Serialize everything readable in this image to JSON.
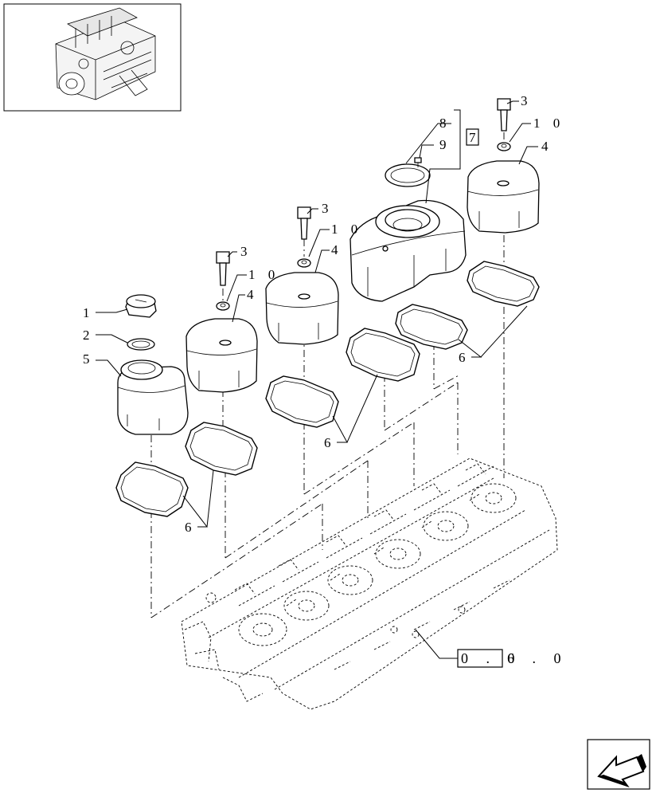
{
  "callouts": [
    {
      "id": "c1",
      "text": "1"
    },
    {
      "id": "c2",
      "text": "2"
    },
    {
      "id": "c5",
      "text": "5"
    },
    {
      "id": "c3a",
      "text": "3"
    },
    {
      "id": "c10a",
      "text": "1 0"
    },
    {
      "id": "c4a",
      "text": "4"
    },
    {
      "id": "c3b",
      "text": "3"
    },
    {
      "id": "c10b",
      "text": "1 0"
    },
    {
      "id": "c4b",
      "text": "4"
    },
    {
      "id": "c8",
      "text": "8"
    },
    {
      "id": "c9",
      "text": "9"
    },
    {
      "id": "c7",
      "text": "7"
    },
    {
      "id": "c3c",
      "text": "3"
    },
    {
      "id": "c10c",
      "text": "1 0"
    },
    {
      "id": "c4c",
      "text": "4"
    },
    {
      "id": "c6a",
      "text": "6"
    },
    {
      "id": "c6b",
      "text": "6"
    },
    {
      "id": "c6c",
      "text": "6"
    }
  ],
  "reference": {
    "boxed": "0 . 0",
    "suffix": "6 . 0"
  },
  "thumbnail_icon": "engine-thumbnail-icon",
  "nav_icon": "previous-page-arrow-icon"
}
